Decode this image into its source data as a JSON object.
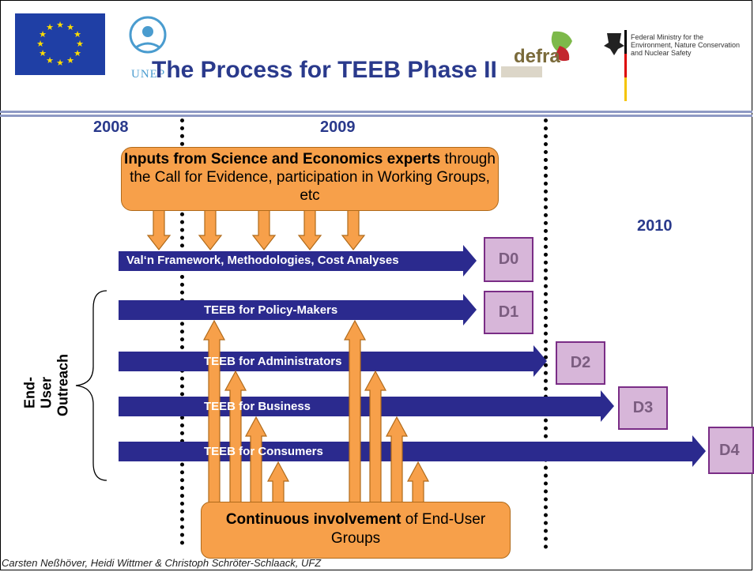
{
  "header": {
    "title": "The Process for TEEB Phase II",
    "unep_text": "UNEP",
    "defra_text": "defra",
    "bmu_lines": [
      "Federal Ministry for the",
      "Environment, Nature Conservation",
      "and Nuclear Safety"
    ]
  },
  "years": {
    "y2008": "2008",
    "y2009": "2009",
    "y2010": "2010"
  },
  "inputs_box": {
    "bold": "Inputs from Science and Economics experts",
    "rest": " through the Call for Evidence, participation in Working Groups, etc"
  },
  "bars": [
    {
      "label": "Val‘n Framework, Methodologies, Cost Analyses",
      "deliverable": "D0"
    },
    {
      "label": "TEEB for Policy-Makers",
      "deliverable": "D1"
    },
    {
      "label": "TEEB for Administrators",
      "deliverable": "D2"
    },
    {
      "label": "TEEB for Business",
      "deliverable": "D3"
    },
    {
      "label": "TEEB for Consumers",
      "deliverable": "D4"
    }
  ],
  "outreach_label": "End-User Outreach",
  "involvement_box": {
    "bold": "Continuous involvement",
    "rest": " of End-User Groups"
  },
  "footer": "Carsten Neßhöver, Heidi Wittmer & Christoph Schröter-Schlaack, UFZ",
  "colors": {
    "bar": "#2b2a8e",
    "arrow": "#f7a04a",
    "deliverable_fill": "#d7b6d9",
    "title": "#2a3a8c"
  }
}
